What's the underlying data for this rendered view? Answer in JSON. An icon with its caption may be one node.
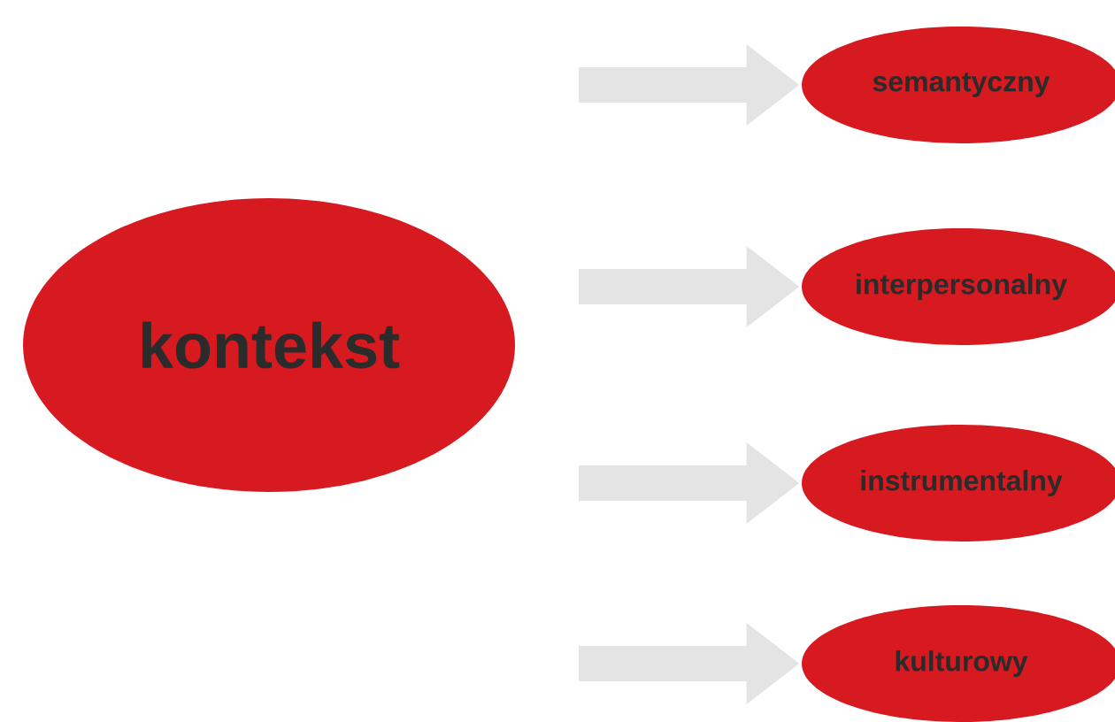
{
  "diagram": {
    "nodes": [
      {
        "text": [
          "kontekst"
        ]
      },
      {
        "text": [
          "semantyczny"
        ]
      },
      {
        "text": [
          "interpersonalny"
        ]
      },
      {
        "text": [
          "instrumentalny"
        ]
      },
      {
        "text": [
          "kulturowy"
        ]
      }
    ],
    "edges": [
      {
        "from": null,
        "to": 1,
        "arrow": "to"
      },
      {
        "from": null,
        "to": 2,
        "arrow": "to"
      },
      {
        "from": null,
        "to": 3,
        "arrow": "to"
      },
      {
        "from": null,
        "to": 4,
        "arrow": "to"
      }
    ]
  }
}
